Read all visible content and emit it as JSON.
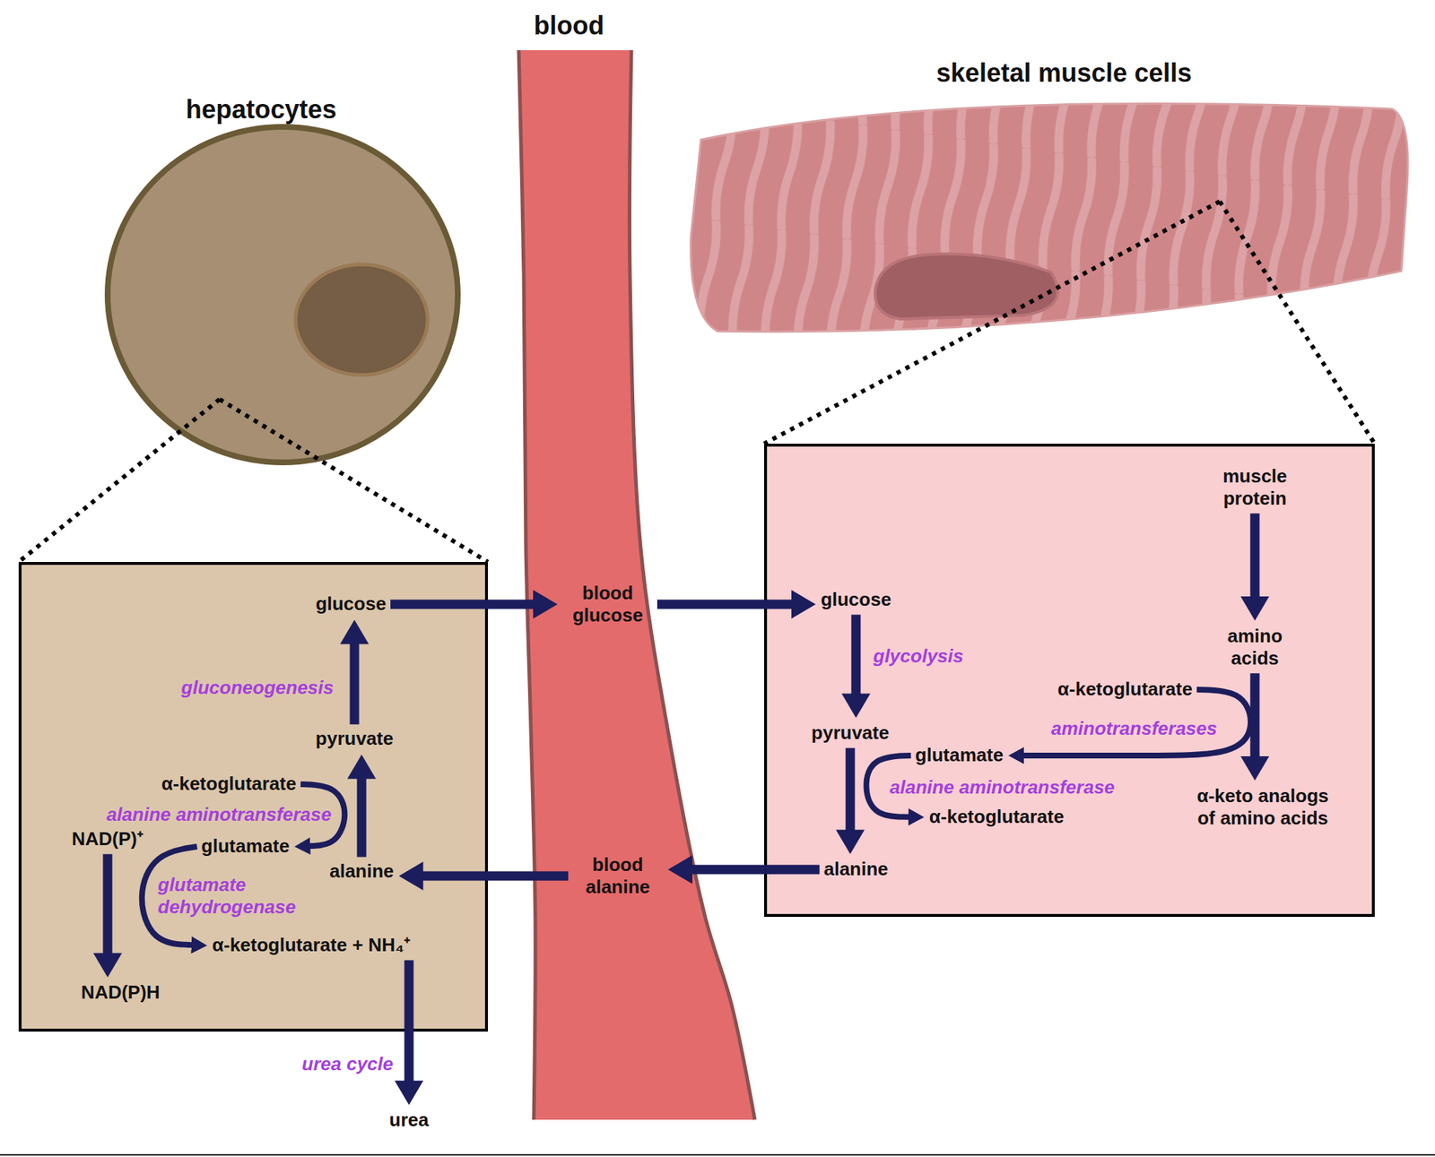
{
  "diagram": {
    "nodes": [
      {
        "text": [
          "hepatocytes"
        ]
      },
      {
        "text": []
      },
      {
        "text": [
          "glucose"
        ],
        "in": 1
      },
      {
        "text": [
          "pyruvate"
        ],
        "in": 1
      },
      {
        "text": [
          "alanine"
        ],
        "in": 1
      },
      {
        "text": [
          "α-ketoglutarate"
        ],
        "in": 1
      },
      {
        "text": [
          "glutamate"
        ],
        "in": 1
      },
      {
        "text": [
          "NAD(P)⁺"
        ],
        "in": 1
      },
      {
        "text": [
          "NAD(P)H"
        ],
        "in": 1
      },
      {
        "text": [
          "α-ketoglutarate + NH₄⁺"
        ],
        "in": 1
      },
      {
        "text": [
          "urea"
        ]
      },
      {
        "text": [
          "blood"
        ]
      },
      {
        "text": [
          "blood glucose"
        ],
        "in": 11
      },
      {
        "text": [
          "blood alanine"
        ],
        "in": 11
      },
      {
        "text": [
          "skeletal muscle cells"
        ]
      },
      {
        "text": []
      },
      {
        "text": [
          "glucose"
        ],
        "in": 15
      },
      {
        "text": [
          "pyruvate"
        ],
        "in": 15
      },
      {
        "text": [
          "alanine"
        ],
        "in": 15
      },
      {
        "text": [
          "glutamate"
        ],
        "in": 15
      },
      {
        "text": [
          "α-ketoglutarate"
        ],
        "in": 15
      },
      {
        "text": [
          "muscle protein"
        ],
        "in": 15
      },
      {
        "text": [
          "amino acids"
        ],
        "in": 15
      },
      {
        "text": [
          "α-ketoglutarate"
        ],
        "in": 15
      },
      {
        "text": [
          "α-keto analogs of amino acids"
        ],
        "in": 15
      }
    ],
    "edges": [
      {
        "from": 2,
        "to": 12,
        "arrow": "to"
      },
      {
        "from": 12,
        "to": 16,
        "arrow": "to"
      },
      {
        "from": 16,
        "to": 17,
        "label": "glycolysis",
        "arrow": "to"
      },
      {
        "from": 17,
        "to": 18,
        "arrow": "to"
      },
      {
        "from": 19,
        "to": 20,
        "label": "alanine aminotransferase",
        "arrow": "to"
      },
      {
        "from": 23,
        "to": 19,
        "label": "aminotransferases",
        "arrow": "to"
      },
      {
        "from": 21,
        "to": 22,
        "arrow": "to"
      },
      {
        "from": 22,
        "to": 24,
        "arrow": "to"
      },
      {
        "from": 18,
        "to": 13,
        "arrow": "to"
      },
      {
        "from": 13,
        "to": 4,
        "arrow": "to"
      },
      {
        "from": 4,
        "to": 3,
        "arrow": "to"
      },
      {
        "from": 3,
        "to": 2,
        "label": "gluconeogenesis",
        "arrow": "to"
      },
      {
        "from": 5,
        "to": 6,
        "label": "alanine aminotransferase",
        "arrow": "to"
      },
      {
        "from": 6,
        "to": 9,
        "label": "glutamate dehydrogenase",
        "arrow": "to"
      },
      {
        "from": 7,
        "to": 8,
        "arrow": "to"
      },
      {
        "from": 9,
        "to": 10,
        "label": "urea cycle",
        "arrow": "to"
      }
    ]
  }
}
